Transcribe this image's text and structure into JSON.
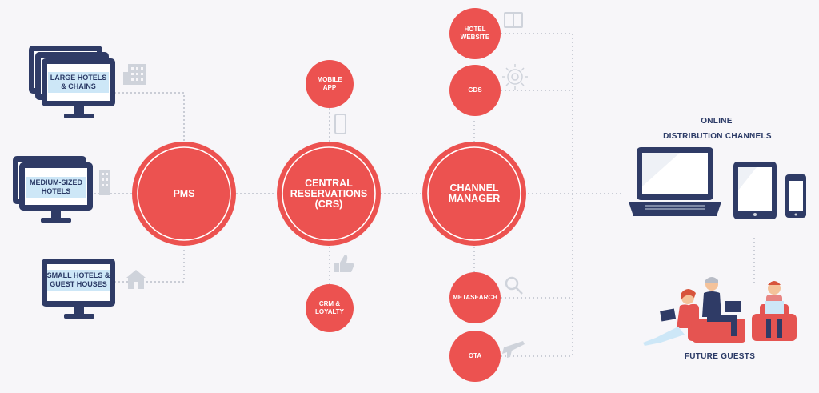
{
  "colors": {
    "background": "#f7f6f9",
    "node_red": "#ec5250",
    "navy": "#2f3b66",
    "screen_blue": "#cde7f7",
    "icon_gray": "#cfd3db",
    "connector": "#9ea4b3",
    "skin": "#f4c29a",
    "chair_red": "#e55451"
  },
  "properties": {
    "large": "LARGE HOTELS\n& CHAINS",
    "medium": "MEDIUM-SIZED\nHOTELS",
    "small": "SMALL HOTELS &\nGUEST HOUSES"
  },
  "nodes": {
    "pms": "PMS",
    "crs": "CENTRAL\nRESERVATIONS\n(CRS)",
    "channel_manager": "CHANNEL\nMANAGER",
    "mobile_app": "MOBILE\nAPP",
    "crm": "CRM &\nLOYALTY",
    "hotel_website": "HOTEL\nWEBSITE",
    "gds": "GDS",
    "metasearch": "METASEARCH",
    "ota": "OTA"
  },
  "online": {
    "line1": "ONLINE",
    "line2": "DISTRIBUTION CHANNELS"
  },
  "guests": "FUTURE GUESTS",
  "icons": {
    "large_hotel": "office-building-icon",
    "medium_hotel": "tower-building-icon",
    "small_hotel": "house-building-icon",
    "mobile_app": "smartphone-icon",
    "crm": "thumbs-up-icon",
    "hotel_website": "book-icon",
    "gds": "globe-network-icon",
    "metasearch": "magnifier-icon",
    "ota": "airplane-icon"
  }
}
